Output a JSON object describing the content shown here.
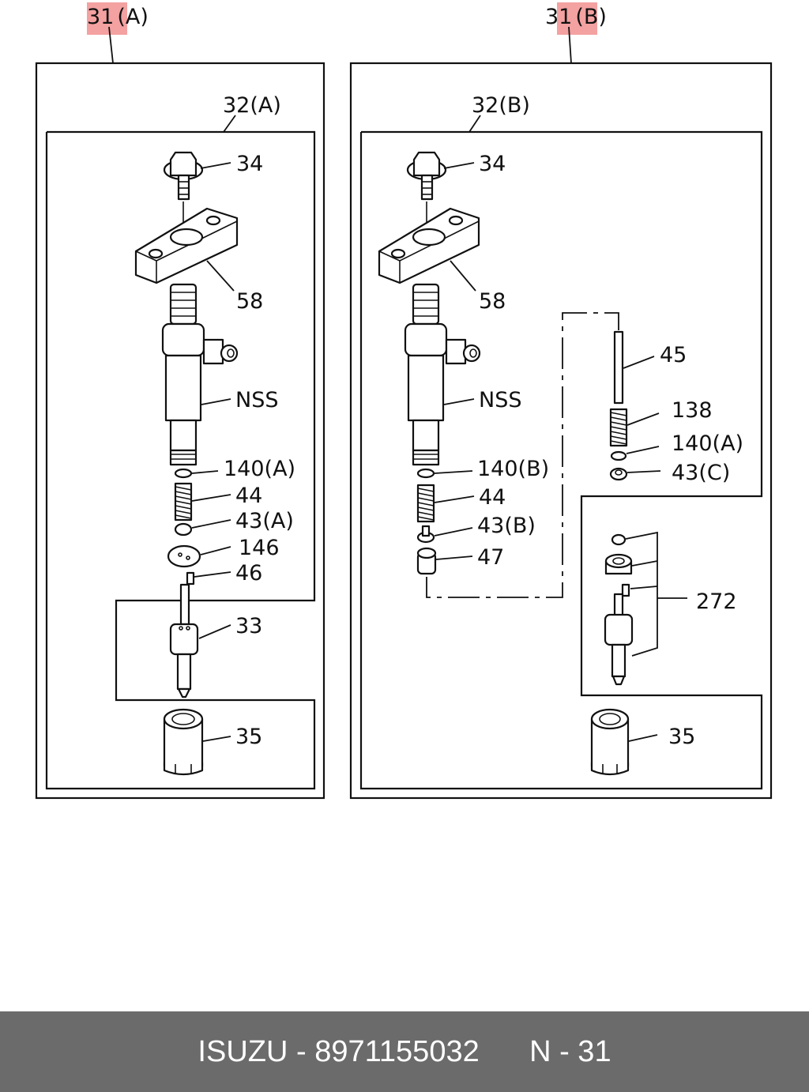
{
  "colors": {
    "highlight": "#f4a1a1",
    "footer_bg": "#6b6b6b"
  },
  "labels": {
    "top_a_num": "31",
    "top_a_suffix": "(A)",
    "top_b_num": "31",
    "top_b_suffix": "(B)",
    "sub_a": "32(A)",
    "sub_b": "32(B)",
    "a_34": "34",
    "a_58": "58",
    "a_nss": "NSS",
    "a_140a": "140(A)",
    "a_44": "44",
    "a_43a": "43(A)",
    "a_146": "146",
    "a_46": "46",
    "a_33": "33",
    "a_35": "35",
    "b_34": "34",
    "b_58": "58",
    "b_nss": "NSS",
    "b_140b": "140(B)",
    "b_44": "44",
    "b_43b": "43(B)",
    "b_47": "47",
    "b_45": "45",
    "b_138": "138",
    "b_140a": "140(A)",
    "b_43c": "43(C)",
    "b_272": "272",
    "b_35": "35"
  },
  "footer": {
    "brand": "ISUZU",
    "separator": " - ",
    "part_number": "8971155032",
    "page_ref": "N - 31"
  }
}
